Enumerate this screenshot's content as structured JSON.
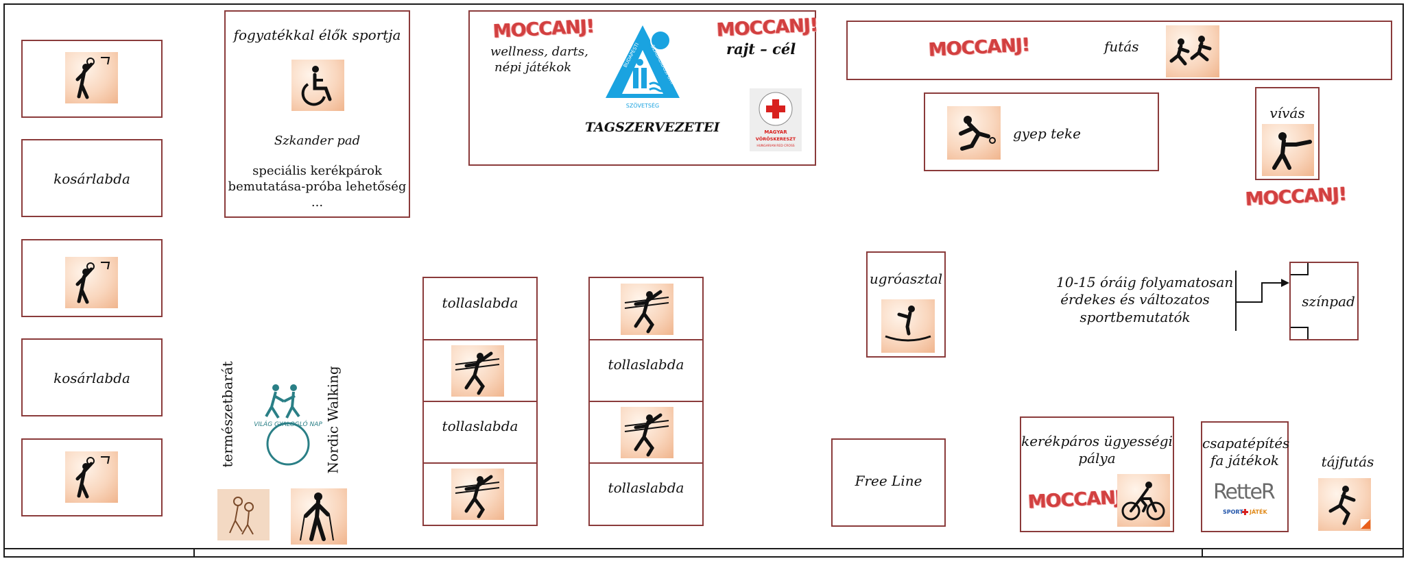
{
  "brand": {
    "moccanj": "MOCCANJ!"
  },
  "colors": {
    "box_border": "#8a3a3a",
    "tile_peach": "#f6c7a5",
    "moccanj_red": "#d24040",
    "logo_blue": "#1aa3e0",
    "logo_teal": "#2a7f86",
    "red_cross": "#d8201e"
  },
  "left_column": {
    "courts": [
      "",
      "kosárlabda",
      "",
      "kosárlabda",
      ""
    ],
    "icon": "basketball-player-icon"
  },
  "disabled_sport": {
    "title": "fogyatékkal élők sportja",
    "icon": "wheelchair-icon",
    "line1": "Szkander pad",
    "line2": "speciális kerékpárok",
    "line3": "bemutatása-próba lehetőség",
    "line4": "..."
  },
  "members": {
    "left_text1": "wellness, darts,",
    "left_text2": "népi játékok",
    "right_text": "rajt – cél",
    "title": "TAGSZERVEZETEI",
    "logo_arc_left": "BUDAPESTI",
    "logo_arc_right": "SZABADIDŐSPORT",
    "logo_bottom": "SZÖVETSÉG",
    "redcross_arc": "MAGYAR VÖRÖSKERESZT",
    "redcross_l1": "MAGYAR",
    "redcross_l2": "VÖRÖSKERESZT",
    "redcross_l3": "HUNGARIAN RED CROSS"
  },
  "badminton_left": [
    "tollaslabda",
    "",
    "tollaslabda",
    ""
  ],
  "badminton_right": [
    "",
    "tollaslabda",
    "",
    "tollaslabda"
  ],
  "badminton_icon": "badminton-player-icon",
  "walking": {
    "left_vertical": "természetbarát",
    "right_vertical": "Nordic Walking",
    "logo_text": "VILÁG GYALOGLÓ NAP"
  },
  "running": {
    "label": "futás",
    "icon": "runners-icon"
  },
  "bowls": {
    "label": "gyep teke",
    "icon": "lawn-bowls-icon"
  },
  "fencing": {
    "label": "vívás",
    "icon": "fencing-icon"
  },
  "trampoline": {
    "label": "ugróasztal",
    "icon": "trampoline-icon"
  },
  "stage": {
    "label": "színpad",
    "note1": "10-15 óráig folyamatosan",
    "note2": "érdekes és változatos",
    "note3": "sportbemutatók"
  },
  "freeline": {
    "label": "Free Line"
  },
  "bike": {
    "label1": "kerékpáros ügyességi",
    "label2": "pálya",
    "icon": "cyclist-icon"
  },
  "team": {
    "label1": "csapatépítés",
    "label2": "fa játékok",
    "logo_text": "RetteR",
    "logo_sub1": "SPORT",
    "logo_sub2": "JÁTÉK"
  },
  "orienteering": {
    "label": "tájfutás",
    "icon": "orienteering-icon"
  }
}
